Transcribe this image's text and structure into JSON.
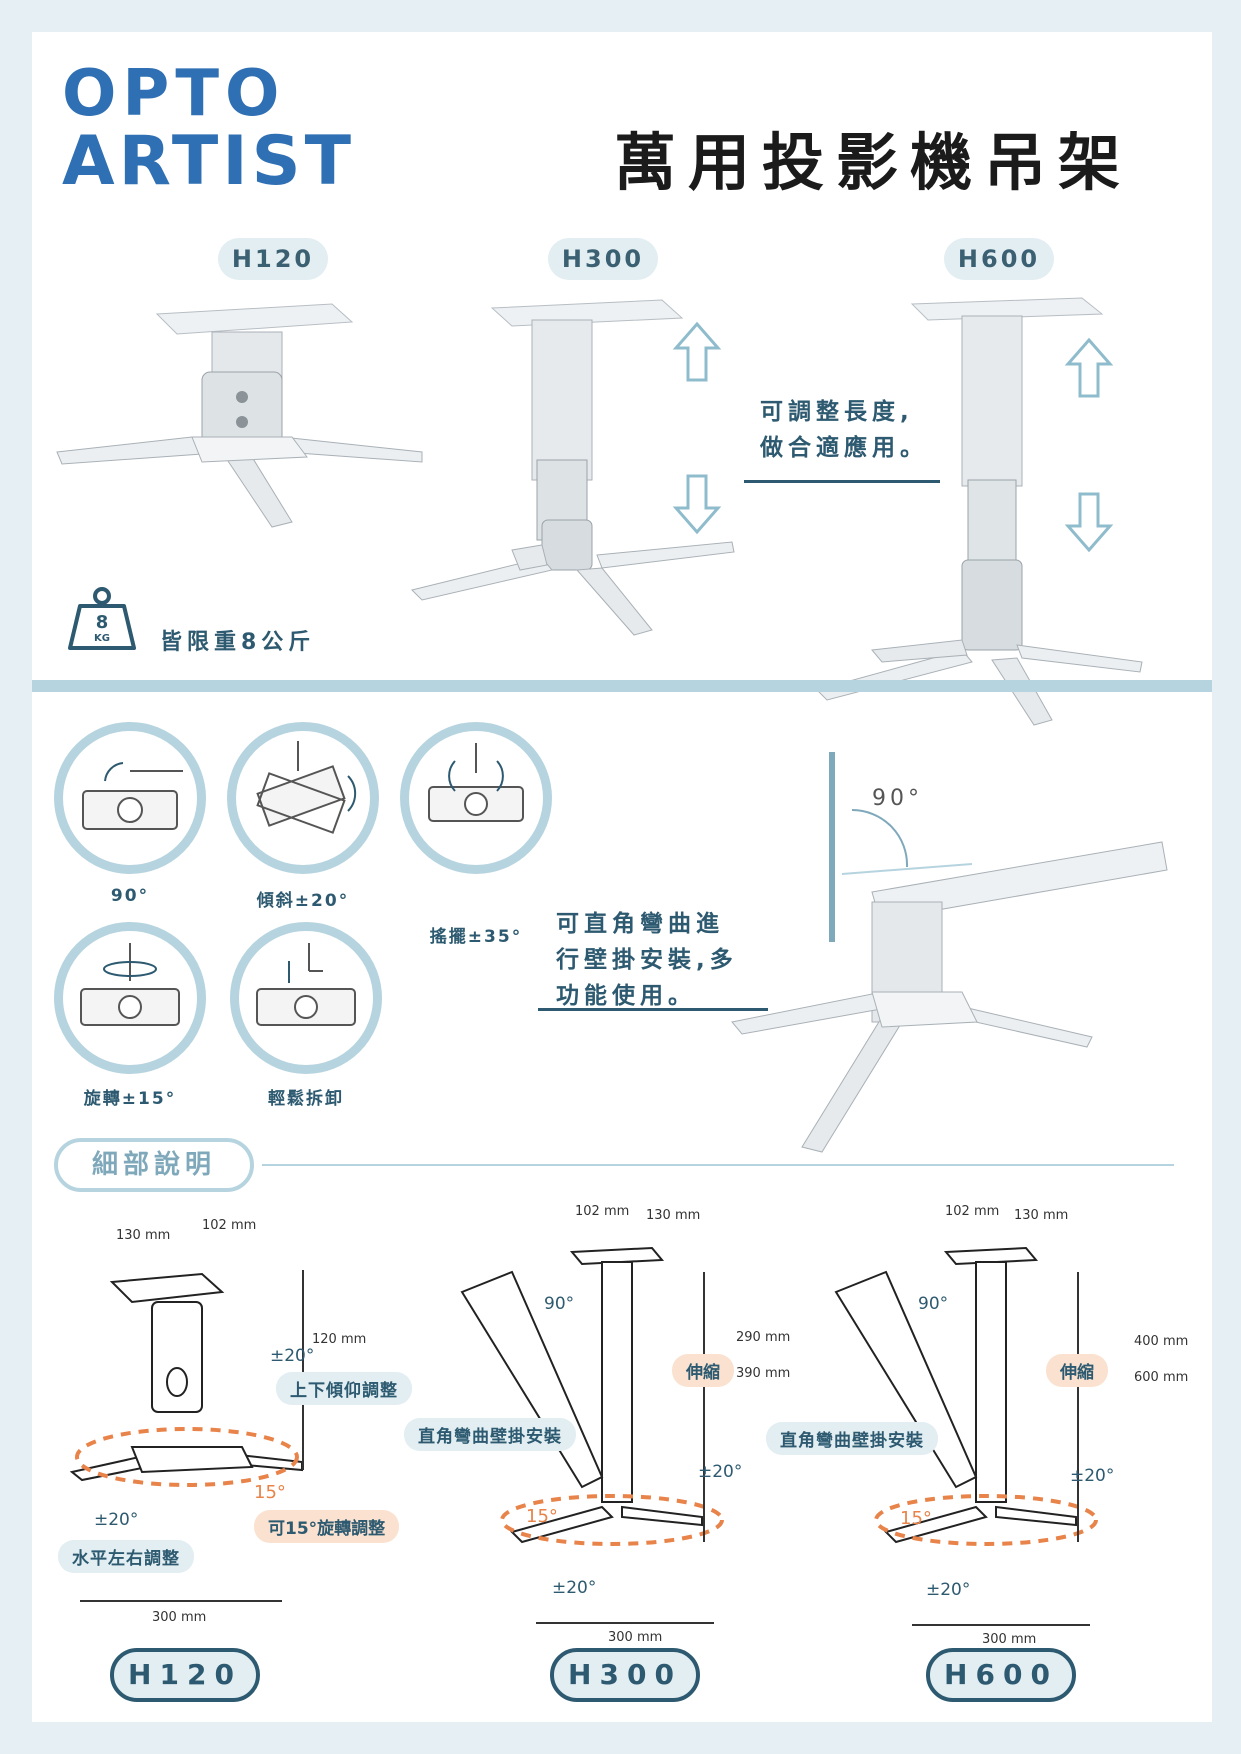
{
  "brand": {
    "line1": "OPTO",
    "line2": "ARTIST"
  },
  "title": "萬用投影機吊架",
  "models_top": [
    "H120",
    "H300",
    "H600"
  ],
  "length_note": {
    "line1": "可調整長度,",
    "line2": "做合適應用。"
  },
  "weight": {
    "value": "8",
    "unit": "KG",
    "text": "皆限重8公斤"
  },
  "features": [
    {
      "label": "90°",
      "icon": "projector-flip-icon"
    },
    {
      "label": "傾斜±20°",
      "icon": "projector-tilt-icon"
    },
    {
      "label": "搖擺±35°",
      "icon": "projector-swing-icon"
    },
    {
      "label": "旋轉±15°",
      "icon": "projector-rotate-icon"
    },
    {
      "label": "輕鬆拆卸",
      "icon": "projector-detach-icon"
    }
  ],
  "wall_note": {
    "line1": "可直角彎曲進",
    "line2": "行壁掛安裝,多",
    "line3": "功能使用。"
  },
  "wall_angle": "90°",
  "section_title": "細部說明",
  "h120": {
    "dim_130": "130 mm",
    "dim_102": "102 mm",
    "dim_120": "120 mm",
    "dim_300": "300 mm",
    "tilt_angle": "±20°",
    "tilt_label": "上下傾仰調整",
    "rotate_angle": "15°",
    "rotate_label": "可15°旋轉調整",
    "swing_angle": "±20°",
    "swing_label": "水平左右調整",
    "model": "H120"
  },
  "h300": {
    "dim_102": "102 mm",
    "dim_130": "130 mm",
    "dim_min": "290 mm",
    "dim_max": "390 mm",
    "dim_300": "300 mm",
    "angle_90": "90°",
    "extend": "伸縮",
    "wall_label": "直角彎曲壁掛安裝",
    "tilt": "±20°",
    "rotate": "15°",
    "swing": "±20°",
    "model": "H300"
  },
  "h600": {
    "dim_102": "102 mm",
    "dim_130": "130 mm",
    "dim_min": "400 mm",
    "dim_max": "600 mm",
    "dim_300": "300 mm",
    "angle_90": "90°",
    "extend": "伸縮",
    "wall_label": "直角彎曲壁掛安裝",
    "tilt": "±20°",
    "rotate": "15°",
    "swing": "±20°",
    "model": "H600"
  },
  "colors": {
    "accent": "#2d5a70",
    "light": "#b6d4df",
    "orange": "#e8834a",
    "brand": "#2f6fb3"
  }
}
